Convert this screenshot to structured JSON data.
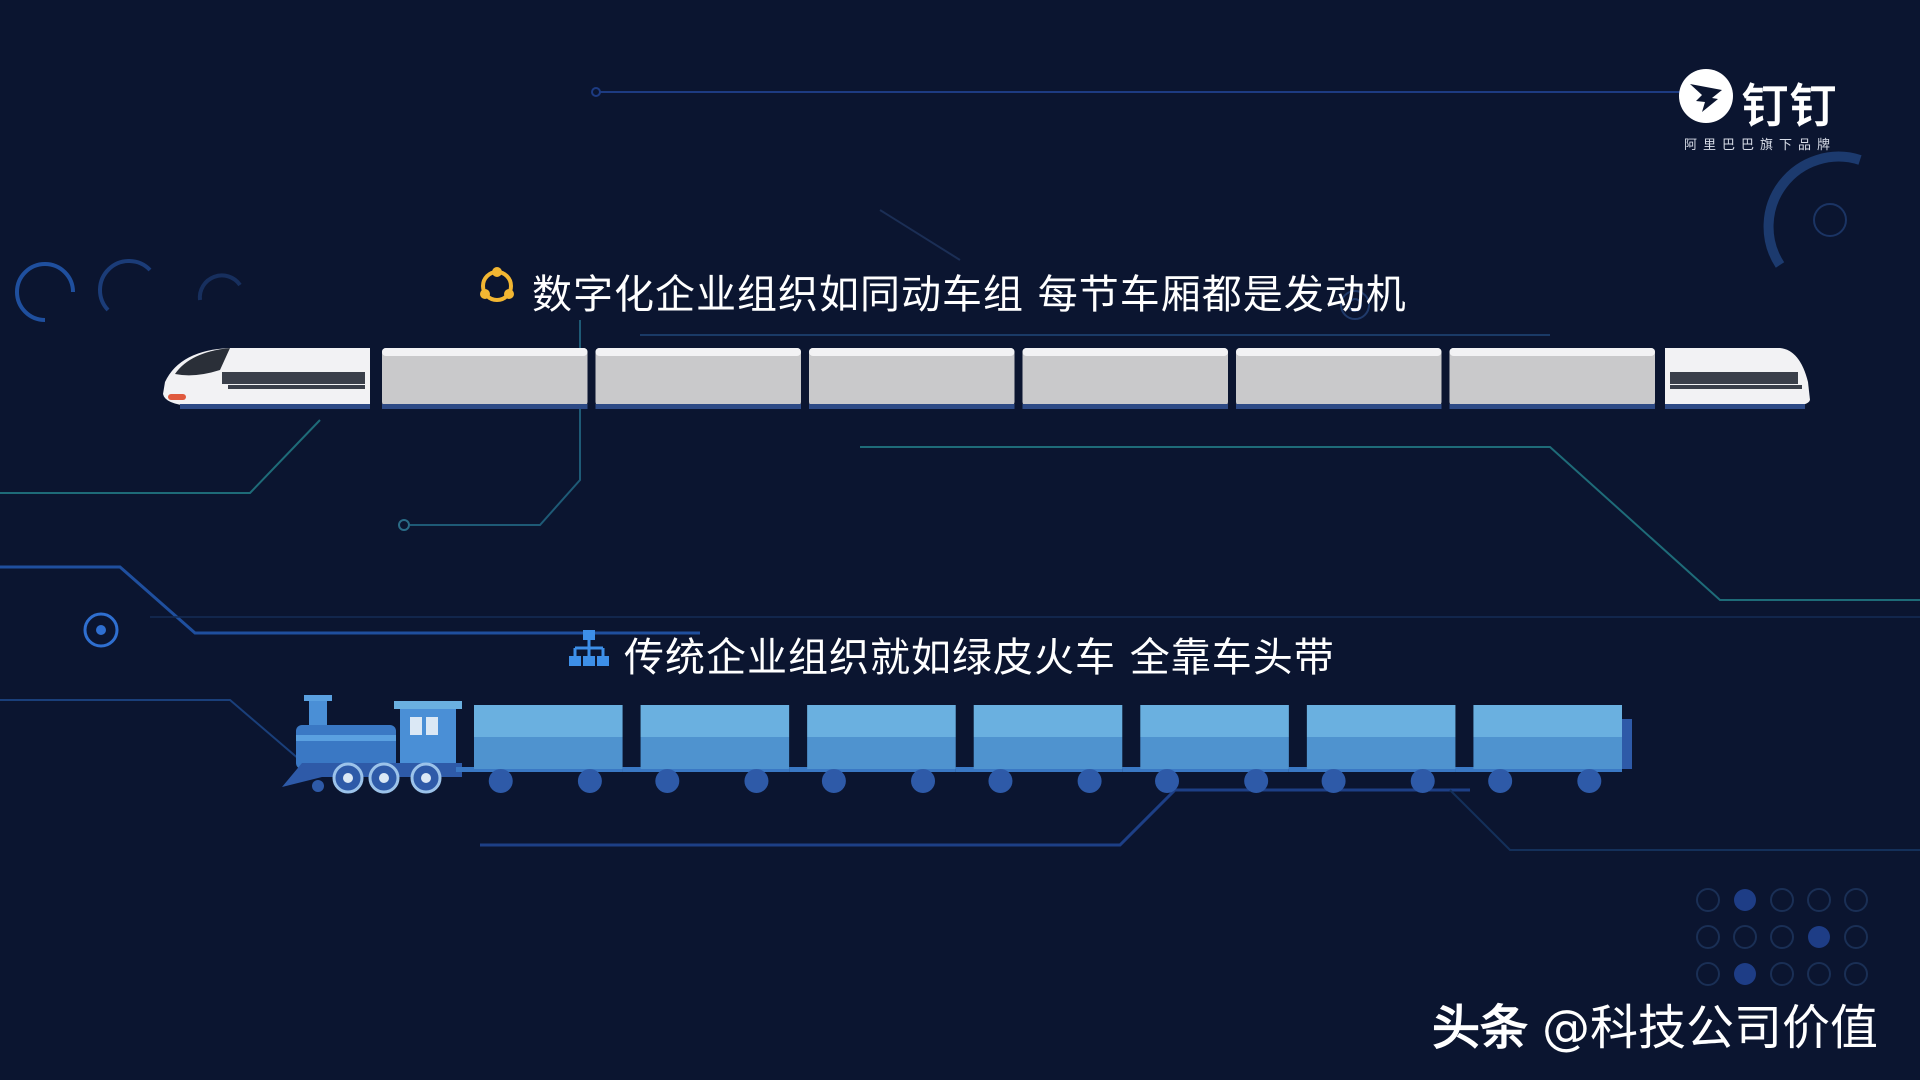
{
  "logo": {
    "name": "钉钉",
    "subtitle": "阿里巴巴旗下品牌",
    "icon": "dingtalk-logo-icon",
    "colors": {
      "mark_bg": "#ffffff",
      "mark_fg": "#0b1530"
    }
  },
  "headline_digital": {
    "text": "数字化企业组织如同动车组  每节车厢都是发动机",
    "icon": "cycle-icon",
    "icon_color": "#f2b632"
  },
  "headline_traditional": {
    "text": "传统企业组织就如绿皮火车  全靠车头带",
    "icon": "org-chart-icon",
    "icon_color": "#3d8fe8"
  },
  "bullet_train": {
    "middle_car_count": 6,
    "colors": {
      "car": "#c9c9cb",
      "car_top": "#f2f2f4",
      "wheel": "#2d4a86"
    }
  },
  "steam_train": {
    "wagon_count": 7,
    "colors": {
      "wagon_top": "#6ab0e0",
      "wagon_bottom": "#4f93cf",
      "wheel": "#2e5aa8",
      "engine": "#3a78c4"
    }
  },
  "watermark": {
    "brand": "头条",
    "handle": "@科技公司价值"
  },
  "colors": {
    "background": "#0b1530",
    "circuit": "#1f4f8f",
    "circuit_teal": "#1e6b78"
  }
}
